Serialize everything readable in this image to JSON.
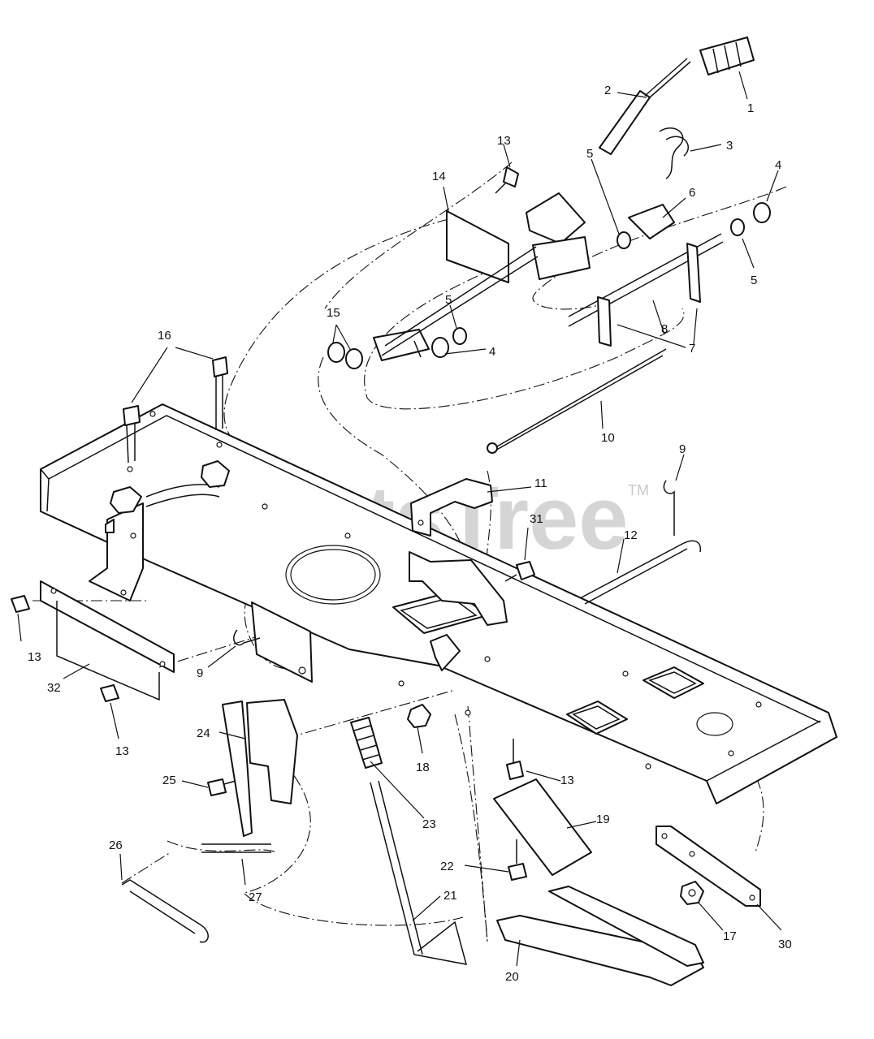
{
  "watermark": {
    "text": "PartsTree",
    "tm": "TM"
  },
  "callouts": [
    {
      "id": "c1",
      "label": "1"
    },
    {
      "id": "c2",
      "label": "2"
    },
    {
      "id": "c3",
      "label": "3"
    },
    {
      "id": "c4a",
      "label": "4"
    },
    {
      "id": "c4b",
      "label": "4"
    },
    {
      "id": "c5a",
      "label": "5"
    },
    {
      "id": "c5b",
      "label": "5"
    },
    {
      "id": "c5c",
      "label": "5"
    },
    {
      "id": "c6",
      "label": "6"
    },
    {
      "id": "c7",
      "label": "7"
    },
    {
      "id": "c8",
      "label": "8"
    },
    {
      "id": "c9a",
      "label": "9"
    },
    {
      "id": "c9b",
      "label": "9"
    },
    {
      "id": "c10",
      "label": "10"
    },
    {
      "id": "c11",
      "label": "11"
    },
    {
      "id": "c12",
      "label": "12"
    },
    {
      "id": "c13a",
      "label": "13"
    },
    {
      "id": "c13b",
      "label": "13"
    },
    {
      "id": "c13c",
      "label": "13"
    },
    {
      "id": "c13d",
      "label": "13"
    },
    {
      "id": "c14",
      "label": "14"
    },
    {
      "id": "c15",
      "label": "15"
    },
    {
      "id": "c16",
      "label": "16"
    },
    {
      "id": "c17",
      "label": "17"
    },
    {
      "id": "c18",
      "label": "18"
    },
    {
      "id": "c19",
      "label": "19"
    },
    {
      "id": "c20",
      "label": "20"
    },
    {
      "id": "c21",
      "label": "21"
    },
    {
      "id": "c22",
      "label": "22"
    },
    {
      "id": "c23",
      "label": "23"
    },
    {
      "id": "c24",
      "label": "24"
    },
    {
      "id": "c25",
      "label": "25"
    },
    {
      "id": "c26",
      "label": "26"
    },
    {
      "id": "c27",
      "label": "27"
    },
    {
      "id": "c30",
      "label": "30"
    },
    {
      "id": "c31",
      "label": "31"
    },
    {
      "id": "c32",
      "label": "32"
    }
  ]
}
